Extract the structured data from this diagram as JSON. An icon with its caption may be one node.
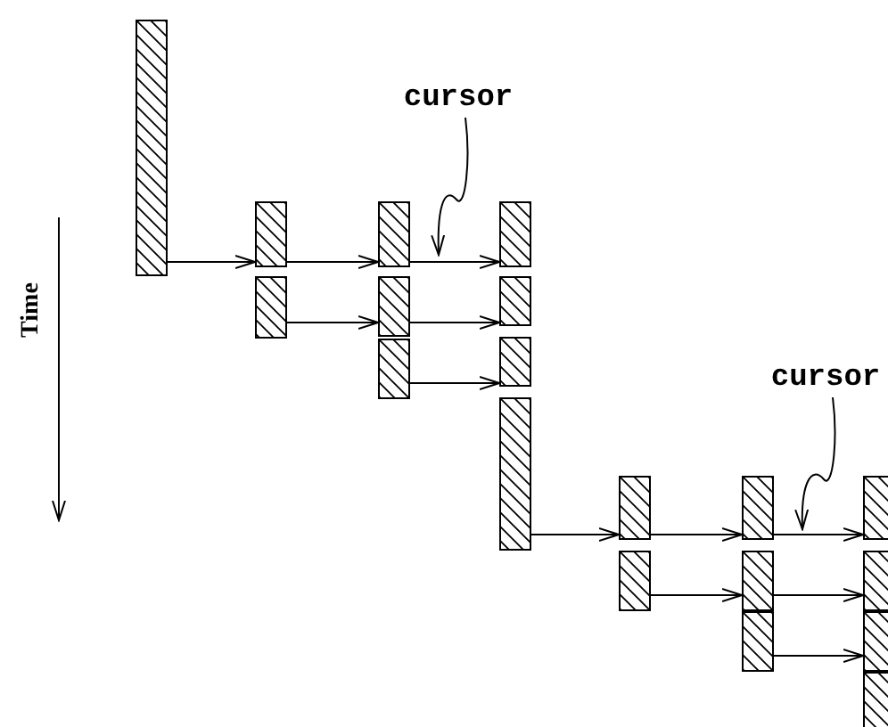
{
  "diagram": {
    "nodes": [
      {
        "text": [],
        "shape": "bar"
      },
      {
        "text": [],
        "shape": "bar"
      },
      {
        "text": [],
        "shape": "bar"
      },
      {
        "text": [],
        "shape": "bar"
      },
      {
        "text": [],
        "shape": "bar"
      },
      {
        "text": [],
        "shape": "bar"
      },
      {
        "text": [],
        "shape": "bar"
      },
      {
        "text": [],
        "shape": "bar"
      },
      {
        "text": [],
        "shape": "bar"
      },
      {
        "text": [],
        "shape": "bar"
      },
      {
        "text": [],
        "shape": "bar"
      },
      {
        "text": [],
        "shape": "bar"
      },
      {
        "text": [],
        "shape": "bar"
      },
      {
        "text": [],
        "shape": "bar"
      },
      {
        "text": [],
        "shape": "bar"
      },
      {
        "text": [],
        "shape": "bar"
      },
      {
        "text": [],
        "shape": "bar"
      },
      {
        "text": [],
        "shape": "bar"
      },
      {
        "text": [],
        "shape": "bar"
      },
      {
        "text": [
          "cursor"
        ]
      },
      {
        "text": [
          "cursor"
        ]
      }
    ],
    "edges": [
      {
        "from": 0,
        "to": 1,
        "arrow": "to"
      },
      {
        "from": 1,
        "to": 3,
        "arrow": "to"
      },
      {
        "from": 3,
        "to": 6,
        "arrow": "to"
      },
      {
        "from": 2,
        "to": 4,
        "arrow": "to"
      },
      {
        "from": 4,
        "to": 7,
        "arrow": "to"
      },
      {
        "from": 5,
        "to": 8,
        "arrow": "to"
      },
      {
        "from": 9,
        "to": 10,
        "arrow": "to"
      },
      {
        "from": 10,
        "to": 12,
        "arrow": "to"
      },
      {
        "from": 12,
        "to": 15,
        "arrow": "to"
      },
      {
        "from": 11,
        "to": 13,
        "arrow": "to"
      },
      {
        "from": 13,
        "to": 16,
        "arrow": "to"
      },
      {
        "from": 14,
        "to": 17,
        "arrow": "to"
      },
      {
        "from": 19,
        "to": 3,
        "arrow": "to"
      },
      {
        "from": 20,
        "to": 12,
        "arrow": "to"
      }
    ],
    "labels": [
      "Time"
    ]
  }
}
